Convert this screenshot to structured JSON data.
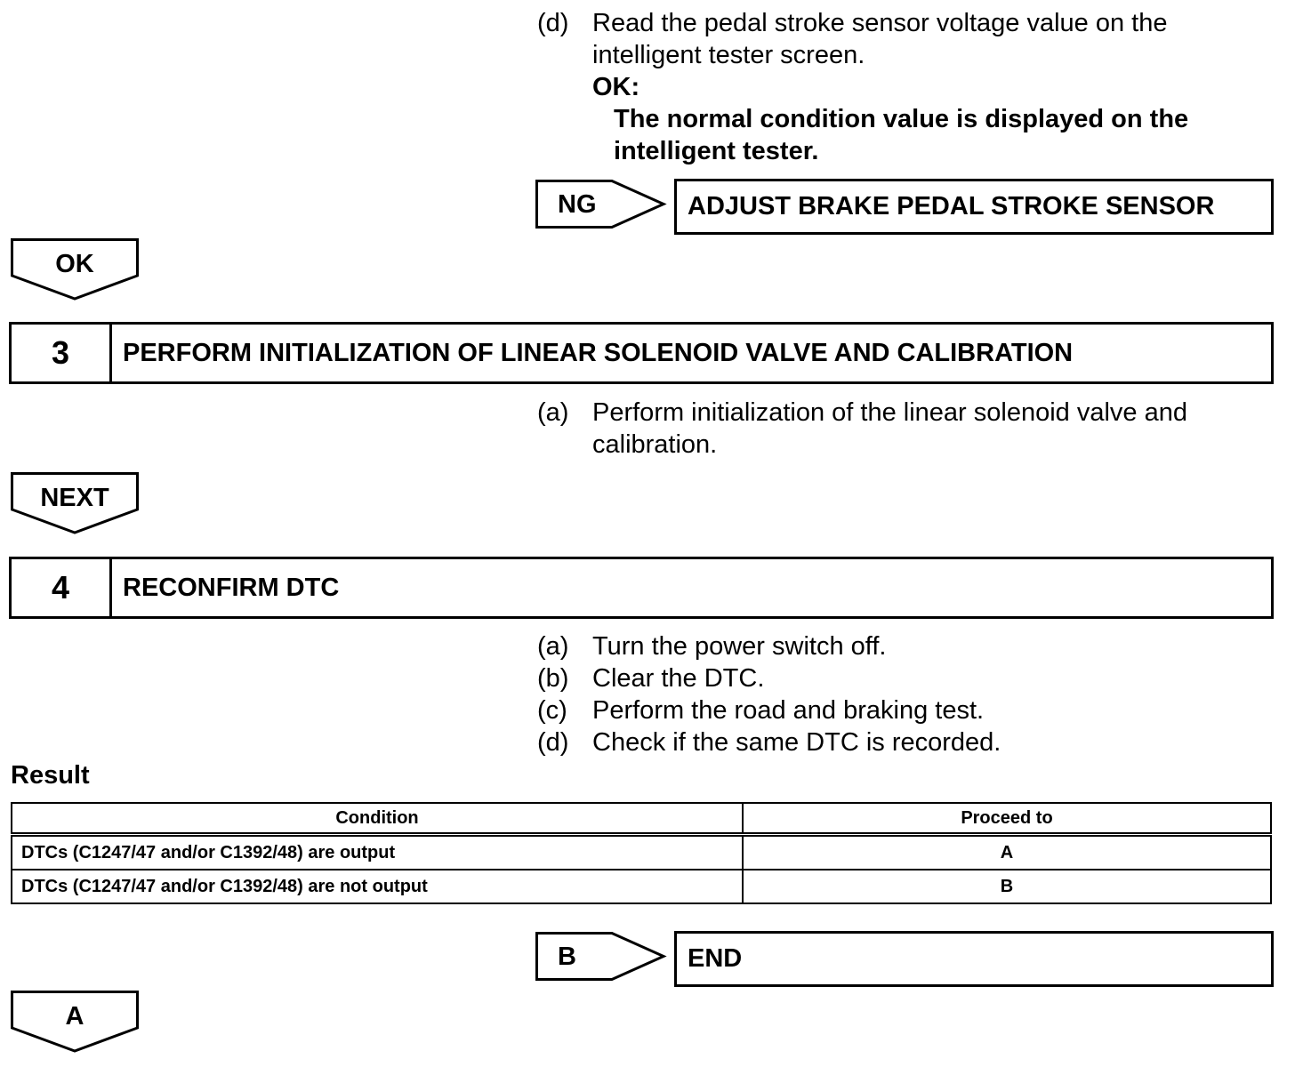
{
  "step_2_tail": {
    "instruction": {
      "label": "(d)",
      "lines": [
        "Read the pedal stroke sensor voltage value on the",
        "intelligent tester screen."
      ]
    },
    "ok_heading": "OK:",
    "ok_text_lines": [
      "The normal condition value is displayed on the",
      "intelligent tester."
    ],
    "ng_tag": "NG",
    "ng_action": "ADJUST BRAKE PEDAL STROKE SENSOR",
    "ok_arrow": "OK"
  },
  "step_3": {
    "number": "3",
    "title": "PERFORM INITIALIZATION OF LINEAR SOLENOID VALVE AND CALIBRATION",
    "instruction": {
      "label": "(a)",
      "lines": [
        "Perform initialization of the linear solenoid valve and",
        "calibration."
      ]
    },
    "next_arrow": "NEXT"
  },
  "step_4": {
    "number": "4",
    "title": "RECONFIRM DTC",
    "instructions": [
      {
        "label": "(a)",
        "text": "Turn the power switch off."
      },
      {
        "label": "(b)",
        "text": "Clear the DTC."
      },
      {
        "label": "(c)",
        "text": "Perform the road and braking test."
      },
      {
        "label": "(d)",
        "text": "Check if the same DTC is recorded."
      }
    ],
    "result_heading": "Result",
    "table": {
      "headers": [
        "Condition",
        "Proceed to"
      ],
      "rows": [
        [
          "DTCs (C1247/47 and/or C1392/48) are output",
          "A"
        ],
        [
          "DTCs (C1247/47 and/or C1392/48) are not output",
          "B"
        ]
      ]
    },
    "b_tag": "B",
    "b_action": "END",
    "a_arrow": "A"
  }
}
